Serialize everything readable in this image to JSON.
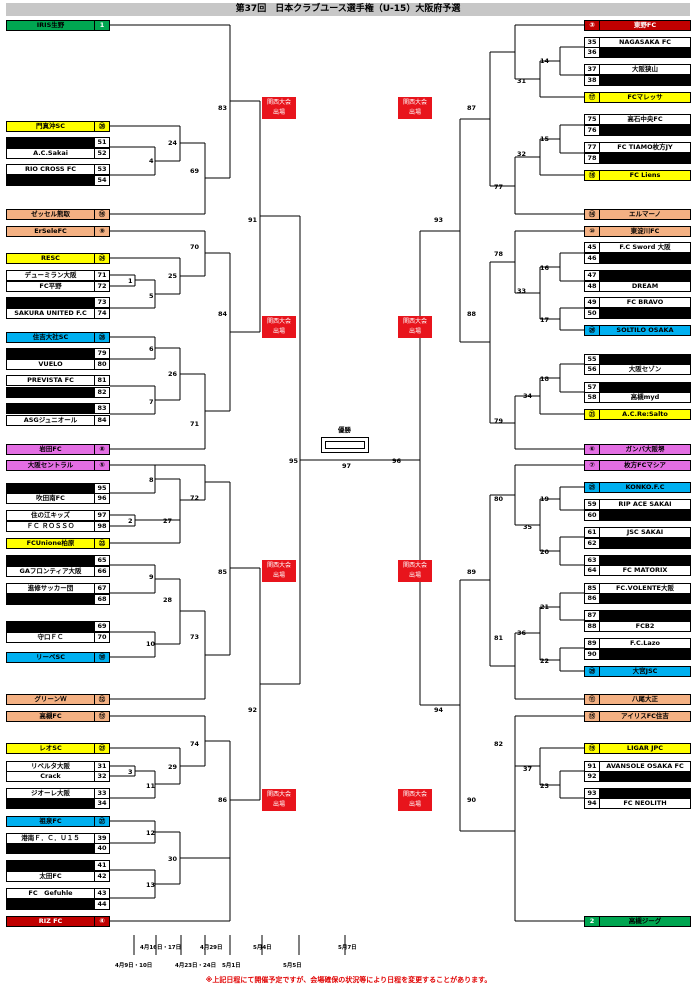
{
  "title": "第37回　日本クラブユース選手権（U-15）大阪府予選",
  "left_teams": [
    {
      "name": "IRIS生野",
      "seed": "1",
      "color": "#00a651"
    },
    {
      "name": "門真沖SC",
      "seed": "⑳",
      "color": "#ffff00"
    },
    {
      "name": "",
      "seed": "51",
      "color": "#000"
    },
    {
      "name": "A.C.Sakai",
      "seed": "52",
      "color": "#fff"
    },
    {
      "name": "RIO CROSS FC",
      "seed": "53",
      "color": "#fff"
    },
    {
      "name": "",
      "seed": "54",
      "color": "#000"
    },
    {
      "name": "ゼッセル熊取",
      "seed": "⑯",
      "color": "#f4b183"
    },
    {
      "name": "ErSeleFC",
      "seed": "⑨",
      "color": "#f4b183"
    },
    {
      "name": "RESC",
      "seed": "㉔",
      "color": "#ffff00"
    },
    {
      "name": "デューミラン大阪",
      "seed": "71",
      "color": "#fff"
    },
    {
      "name": "FC平野",
      "seed": "72",
      "color": "#fff"
    },
    {
      "name": "",
      "seed": "73",
      "color": "#000"
    },
    {
      "name": "SAKURA UNITED F.C",
      "seed": "74",
      "color": "#fff"
    },
    {
      "name": "住吉大社SC",
      "seed": "㉘",
      "color": "#00b0f0"
    },
    {
      "name": "",
      "seed": "79",
      "color": "#000"
    },
    {
      "name": "VUELO",
      "seed": "80",
      "color": "#fff"
    },
    {
      "name": "PREVISTA FC",
      "seed": "81",
      "color": "#fff"
    },
    {
      "name": "",
      "seed": "82",
      "color": "#000"
    },
    {
      "name": "",
      "seed": "83",
      "color": "#000"
    },
    {
      "name": "ASGジュニオール",
      "seed": "84",
      "color": "#fff"
    },
    {
      "name": "岩田FC",
      "seed": "⑧",
      "color": "#e36ee3"
    },
    {
      "name": "大阪セントラル",
      "seed": "⑤",
      "color": "#e36ee3"
    },
    {
      "name": "",
      "seed": "95",
      "color": "#000"
    },
    {
      "name": "吹田南FC",
      "seed": "96",
      "color": "#fff"
    },
    {
      "name": "住の江キッズ",
      "seed": "97",
      "color": "#fff"
    },
    {
      "name": "ＦＣ ＲＯＳＳＯ",
      "seed": "98",
      "color": "#fff"
    },
    {
      "name": "FCUnione柏原",
      "seed": "㉒",
      "color": "#ffff00"
    },
    {
      "name": "",
      "seed": "65",
      "color": "#000"
    },
    {
      "name": "GAフロンティア大阪",
      "seed": "66",
      "color": "#fff"
    },
    {
      "name": "進修サッカー団",
      "seed": "67",
      "color": "#fff"
    },
    {
      "name": "",
      "seed": "68",
      "color": "#000"
    },
    {
      "name": "",
      "seed": "69",
      "color": "#000"
    },
    {
      "name": "守口ＦＣ",
      "seed": "70",
      "color": "#fff"
    },
    {
      "name": "リーベSC",
      "seed": "㉚",
      "color": "#00b0f0"
    },
    {
      "name": "グリーンＷ",
      "seed": "⑫",
      "color": "#f4b183"
    },
    {
      "name": "高槻FC",
      "seed": "⑬",
      "color": "#f4b183"
    },
    {
      "name": "レオSC",
      "seed": "㉓",
      "color": "#ffff00"
    },
    {
      "name": "リベルタ大阪",
      "seed": "31",
      "color": "#fff"
    },
    {
      "name": "Crack",
      "seed": "32",
      "color": "#fff"
    },
    {
      "name": "ジオーレ大阪",
      "seed": "33",
      "color": "#fff"
    },
    {
      "name": "",
      "seed": "34",
      "color": "#000"
    },
    {
      "name": "祖泉FC",
      "seed": "㉗",
      "color": "#00b0f0"
    },
    {
      "name": "港南Ｆ．Ｃ．Ｕ１５",
      "seed": "39",
      "color": "#fff"
    },
    {
      "name": "",
      "seed": "40",
      "color": "#000"
    },
    {
      "name": "",
      "seed": "41",
      "color": "#000"
    },
    {
      "name": "太田FC",
      "seed": "42",
      "color": "#fff"
    },
    {
      "name": "FC　Gefuhle",
      "seed": "43",
      "color": "#fff"
    },
    {
      "name": "",
      "seed": "44",
      "color": "#000"
    },
    {
      "name": "RIZ FC",
      "seed": "④",
      "color": "#c00000"
    }
  ],
  "right_teams": [
    {
      "name": "東野FC",
      "seed": "③",
      "color": "#c00000"
    },
    {
      "name": "NAGASAKA FC",
      "seed": "35",
      "color": "#fff"
    },
    {
      "name": "",
      "seed": "36",
      "color": "#000"
    },
    {
      "name": "大阪狭山",
      "seed": "37",
      "color": "#fff"
    },
    {
      "name": "",
      "seed": "38",
      "color": "#000"
    },
    {
      "name": "FCマレッサ",
      "seed": "⑰",
      "color": "#ffff00"
    },
    {
      "name": "高石中央FC",
      "seed": "75",
      "color": "#fff"
    },
    {
      "name": "",
      "seed": "76",
      "color": "#000"
    },
    {
      "name": "FC TIAMO枚方JY",
      "seed": "77",
      "color": "#fff"
    },
    {
      "name": "",
      "seed": "78",
      "color": "#000"
    },
    {
      "name": "FC Liens",
      "seed": "⑱",
      "color": "#ffff00"
    },
    {
      "name": "エルマーノ",
      "seed": "⑭",
      "color": "#f4b183"
    },
    {
      "name": "東淀川FC",
      "seed": "⑩",
      "color": "#f4b183"
    },
    {
      "name": "F.C Sword 大阪",
      "seed": "45",
      "color": "#fff"
    },
    {
      "name": "",
      "seed": "46",
      "color": "#000"
    },
    {
      "name": "",
      "seed": "47",
      "color": "#000"
    },
    {
      "name": "DREAM",
      "seed": "48",
      "color": "#fff"
    },
    {
      "name": "FC BRAVO",
      "seed": "49",
      "color": "#fff"
    },
    {
      "name": "",
      "seed": "50",
      "color": "#000"
    },
    {
      "name": "SOLTILO OSAKA",
      "seed": "㉖",
      "color": "#00b0f0"
    },
    {
      "name": "",
      "seed": "55",
      "color": "#000"
    },
    {
      "name": "大阪セゾン",
      "seed": "56",
      "color": "#fff"
    },
    {
      "name": "",
      "seed": "57",
      "color": "#000"
    },
    {
      "name": "高槻myd",
      "seed": "58",
      "color": "#fff"
    },
    {
      "name": "A.C.Re:Salto",
      "seed": "㉑",
      "color": "#ffff00"
    },
    {
      "name": "ガンバ大阪堺",
      "seed": "⑥",
      "color": "#e36ee3"
    },
    {
      "name": "枚方FCマシア",
      "seed": "⑦",
      "color": "#e36ee3"
    },
    {
      "name": "KONKO.F.C",
      "seed": "㉕",
      "color": "#00b0f0"
    },
    {
      "name": "RIP ACE SAKAI",
      "seed": "59",
      "color": "#fff"
    },
    {
      "name": "",
      "seed": "60",
      "color": "#000"
    },
    {
      "name": "JSC SAKAI",
      "seed": "61",
      "color": "#fff"
    },
    {
      "name": "",
      "seed": "62",
      "color": "#000"
    },
    {
      "name": "",
      "seed": "63",
      "color": "#000"
    },
    {
      "name": "FC MATORIX",
      "seed": "64",
      "color": "#fff"
    },
    {
      "name": "FC.VOLENTE大阪",
      "seed": "85",
      "color": "#fff"
    },
    {
      "name": "",
      "seed": "86",
      "color": "#000"
    },
    {
      "name": "",
      "seed": "87",
      "color": "#000"
    },
    {
      "name": "FCB2",
      "seed": "88",
      "color": "#fff"
    },
    {
      "name": "F.C.Lazo",
      "seed": "89",
      "color": "#fff"
    },
    {
      "name": "",
      "seed": "90",
      "color": "#000"
    },
    {
      "name": "大宮JSC",
      "seed": "㉙",
      "color": "#00b0f0"
    },
    {
      "name": "八尾大正",
      "seed": "⑪",
      "color": "#f4b183"
    },
    {
      "name": "アイリスFC住吉",
      "seed": "⑮",
      "color": "#f4b183"
    },
    {
      "name": "LIGAR JPC",
      "seed": "⑲",
      "color": "#ffff00"
    },
    {
      "name": "AVANSOLE OSAKA FC",
      "seed": "91",
      "color": "#fff"
    },
    {
      "name": "",
      "seed": "92",
      "color": "#000"
    },
    {
      "name": "",
      "seed": "93",
      "color": "#000"
    },
    {
      "name": "FC NEOLITH",
      "seed": "94",
      "color": "#fff"
    },
    {
      "name": "高槻ジーグ",
      "seed": "2",
      "color": "#00a651"
    }
  ],
  "kansai_label": [
    "関西大会",
    "出場"
  ],
  "champion_label": "優勝",
  "match_labels": [
    "1",
    "2",
    "3",
    "4",
    "5",
    "6",
    "7",
    "8",
    "9",
    "10",
    "11",
    "12",
    "13",
    "14",
    "15",
    "16",
    "17",
    "18",
    "19",
    "20",
    "21",
    "22",
    "23",
    "24",
    "25",
    "26",
    "27",
    "28",
    "29",
    "30",
    "31",
    "32",
    "33",
    "34",
    "35",
    "36",
    "37",
    "69",
    "70",
    "71",
    "72",
    "73",
    "74",
    "77",
    "78",
    "79",
    "80",
    "81",
    "82",
    "83",
    "84",
    "85",
    "86",
    "87",
    "88",
    "89",
    "90",
    "91",
    "92",
    "93",
    "94",
    "95",
    "96",
    "97"
  ],
  "dates_top": [
    "4月16日・17日",
    "4月29日",
    "5月4日",
    "5月7日"
  ],
  "dates_bottom": [
    "4月9日・10日",
    "4月23日・24日",
    "5月1日",
    "5月5日"
  ],
  "note": "※上記日程にて開催予定ですが、会場確保の状況等により日程を変更することがあります。"
}
